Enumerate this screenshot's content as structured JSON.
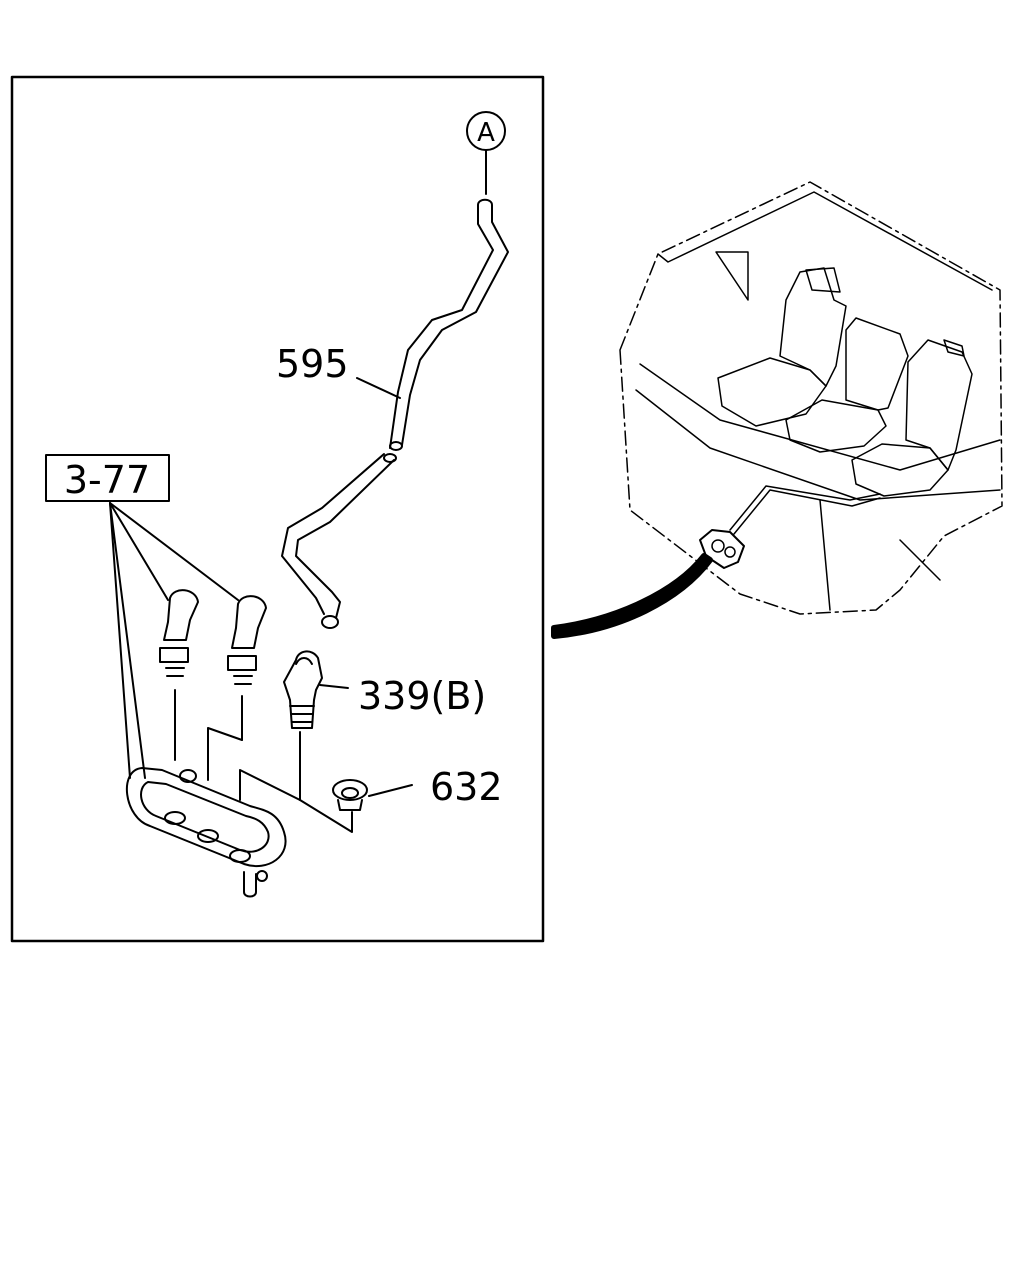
{
  "diagram": {
    "callouts": {
      "ref_a": "A",
      "hose": "595",
      "hose_b": "339(B)",
      "grommet": "632",
      "ref_box": "3-77"
    }
  }
}
